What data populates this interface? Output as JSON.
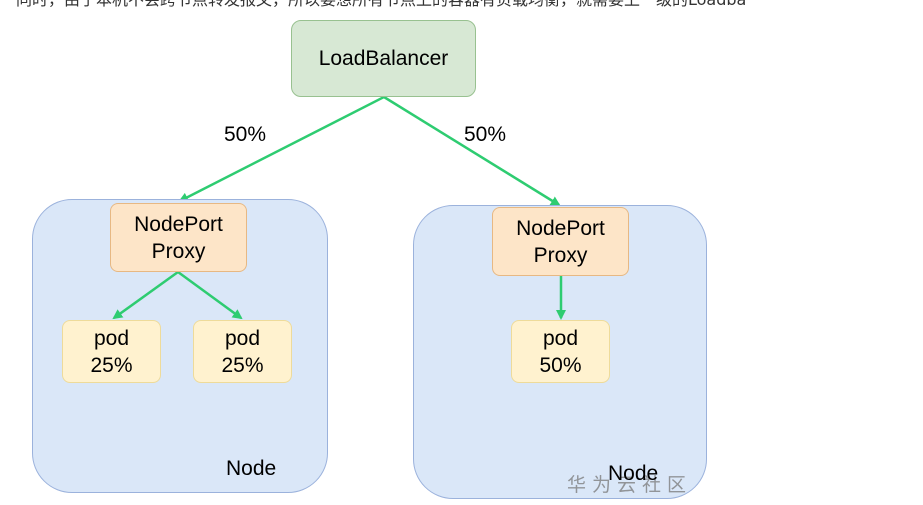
{
  "top_text": "同时，由于本机不会跨节点转发报文，所以要想所有节点上的容器有负载均衡，就需要上一级的Loadba",
  "load_balancer": {
    "label": "LoadBalancer"
  },
  "left_branch": {
    "percent": "50%",
    "proxy": {
      "line1": "NodePort",
      "line2": "Proxy"
    },
    "pods": [
      {
        "line1": "pod",
        "line2": "25%"
      },
      {
        "line1": "pod",
        "line2": "25%"
      }
    ],
    "node_label": "Node"
  },
  "right_branch": {
    "percent": "50%",
    "proxy": {
      "line1": "NodePort",
      "line2": "Proxy"
    },
    "pods": [
      {
        "line1": "pod",
        "line2": "50%"
      }
    ],
    "node_label": "Node"
  },
  "watermark": "华为云社区",
  "colors": {
    "arrow": "#2ecc71",
    "load_balancer_fill": "#d7e8d4",
    "node_fill": "#dae7f8",
    "proxy_fill": "#fde5c8",
    "pod_fill": "#fff2cf"
  }
}
